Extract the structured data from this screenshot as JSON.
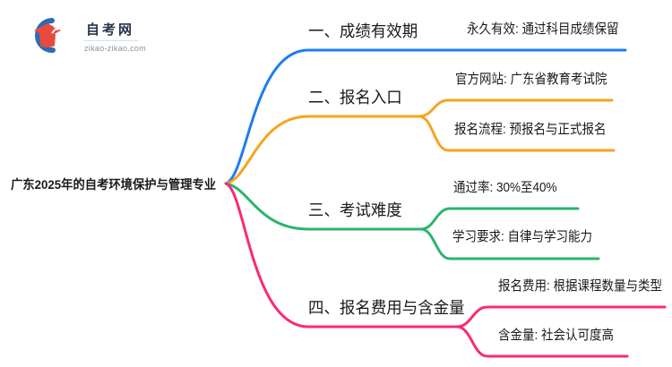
{
  "logo": {
    "site_name": "自考网",
    "site_url": "zikao-zikao.com",
    "cap_color": "#e84a3e",
    "crescent_color": "#2b6cb4"
  },
  "root": {
    "label": "广东2025年的自考环境保护与管理专业"
  },
  "branches": [
    {
      "label": "一、成绩有效期",
      "color": "#1e7df0",
      "children": [
        {
          "label": "永久有效: 通过科目成绩保留"
        }
      ]
    },
    {
      "label": "二、报名入口",
      "color": "#f6a41f",
      "children": [
        {
          "label": "官方网站: 广东省教育考试院"
        },
        {
          "label": "报名流程: 预报名与正式报名"
        }
      ]
    },
    {
      "label": "三、考试难度",
      "color": "#2bb56d",
      "children": [
        {
          "label": "通过率: 30%至40%"
        },
        {
          "label": "学习要求: 自律与学习能力"
        }
      ]
    },
    {
      "label": "四、报名费用与含金量",
      "color": "#fa2a79",
      "children": [
        {
          "label": "报名费用: 根据课程数量与类型"
        },
        {
          "label": "含金量: 社会认可度高"
        }
      ]
    }
  ]
}
